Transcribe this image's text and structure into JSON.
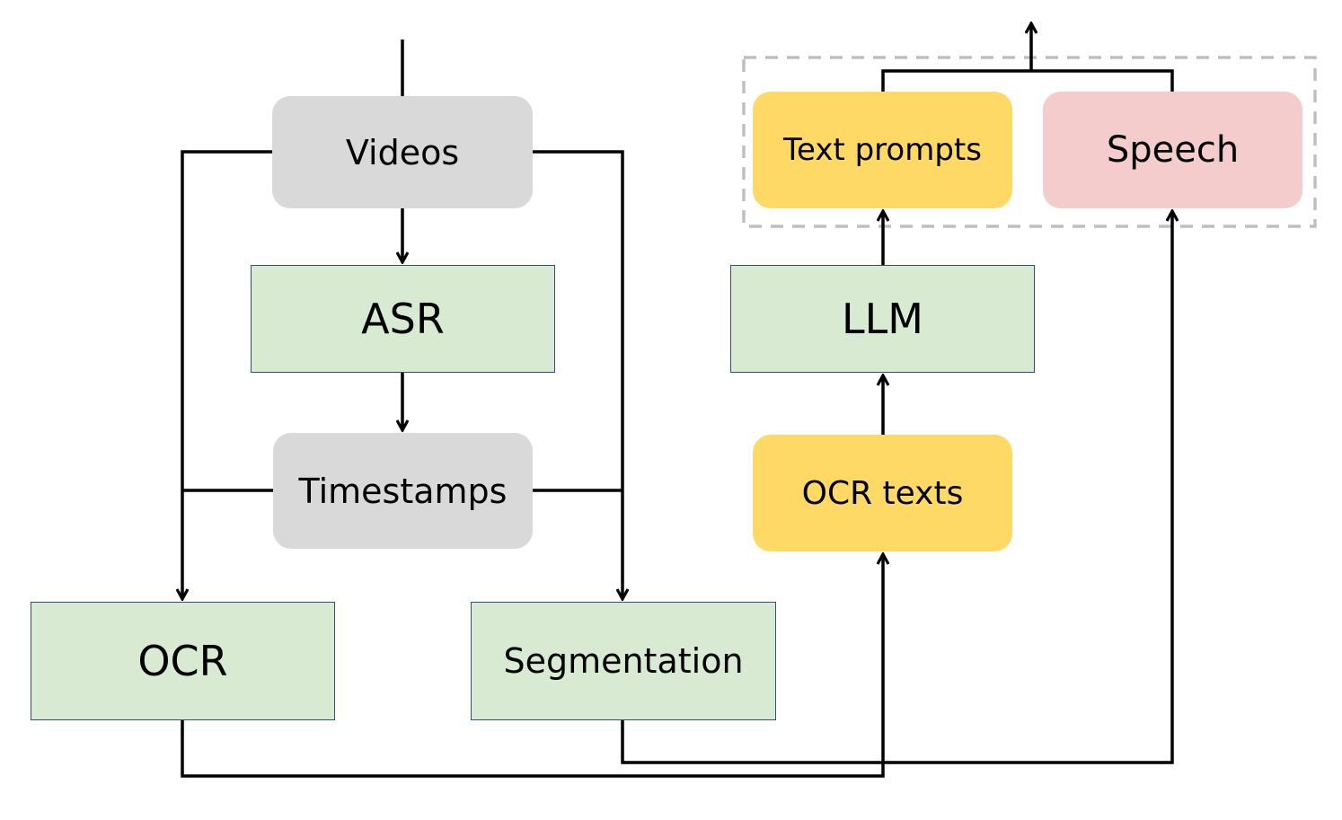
{
  "nodes": {
    "videos": "Videos",
    "asr": "ASR",
    "timestamps": "Timestamps",
    "ocr": "OCR",
    "segmentation": "Segmentation",
    "llm": "LLM",
    "ocr_texts": "OCR texts",
    "text_prompts": "Text prompts",
    "speech": "Speech"
  },
  "colors": {
    "gray_box": "#d9d9d9",
    "green_box": "#d9ead3",
    "green_border": "#2f4f7f",
    "yellow_box": "#ffd966",
    "pink_box": "#f4cccc",
    "dashed_group": "#bfbfbf",
    "arrow": "#000000"
  }
}
